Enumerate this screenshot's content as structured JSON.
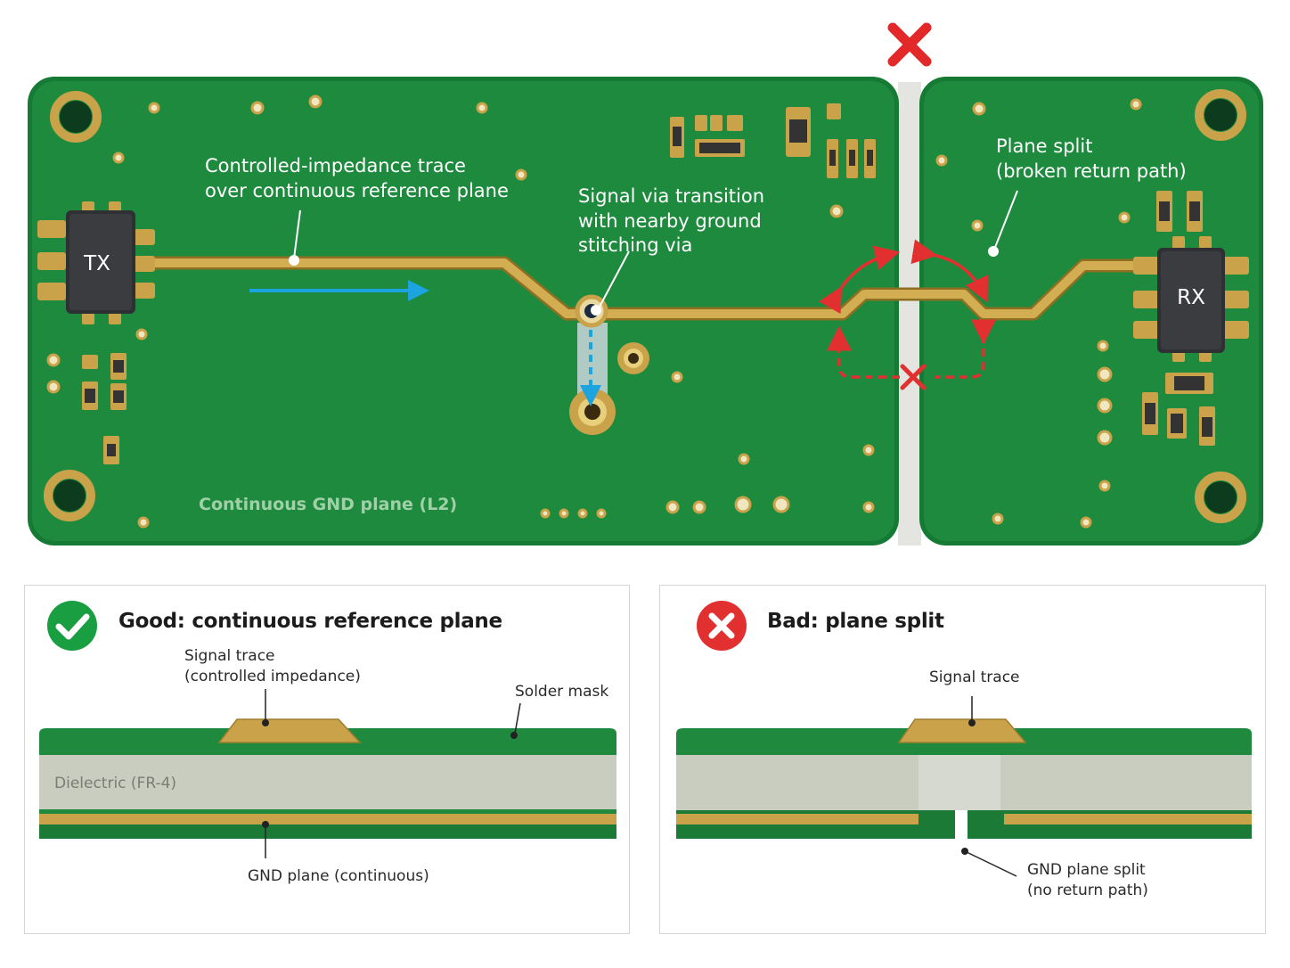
{
  "board": {
    "tx_label": "TX",
    "rx_label": "RX",
    "trace_annotation": [
      "Controlled-impedance trace",
      "over continuous reference plane"
    ],
    "via_annotation": [
      "Signal via transition",
      "with nearby ground",
      "stitching via"
    ],
    "split_annotation": [
      "Plane split",
      "(broken return path)"
    ],
    "gnd_plane_label": "Continuous GND plane (L2)"
  },
  "good_panel": {
    "title": "Good: continuous reference plane",
    "signal_trace_label": [
      "Signal trace",
      "(controlled impedance)"
    ],
    "solder_mask_label": "Solder mask",
    "dielectric_label": "Dielectric (FR-4)",
    "gnd_label": "GND plane (continuous)"
  },
  "bad_panel": {
    "title": "Bad: plane split",
    "signal_trace_label": "Signal trace",
    "gnd_label": [
      "GND plane split",
      "(no return path)"
    ]
  },
  "colors": {
    "pcb_green": "#1f8a3e",
    "copper": "#c9a24a",
    "signal_arrow": "#1ba4e0",
    "error_red": "#e23030",
    "ok_green": "#1a9e42"
  }
}
